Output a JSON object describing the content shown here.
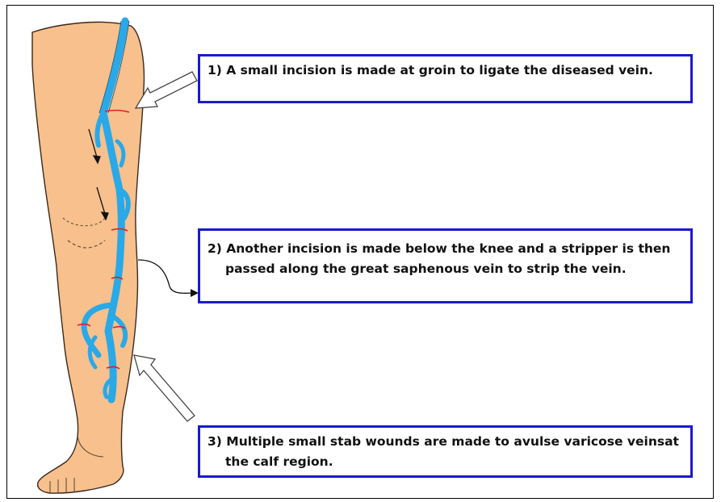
{
  "steps": [
    {
      "text": "1) A small incision is made at groin to ligate the diseased vein."
    },
    {
      "line1": "2) Another incision is made below the knee and a stripper is then",
      "line2": "passed along the great saphenous vein to strip the vein."
    },
    {
      "line1": "3) Multiple small stab wounds are made to avulse varicose veinsat",
      "line2": "the calf region."
    }
  ],
  "colors": {
    "skin": "#f7c08c",
    "outline": "#3a2a1e",
    "vein": "#29a9e8",
    "incision": "#e0202a",
    "box_border": "#1a1acc"
  }
}
